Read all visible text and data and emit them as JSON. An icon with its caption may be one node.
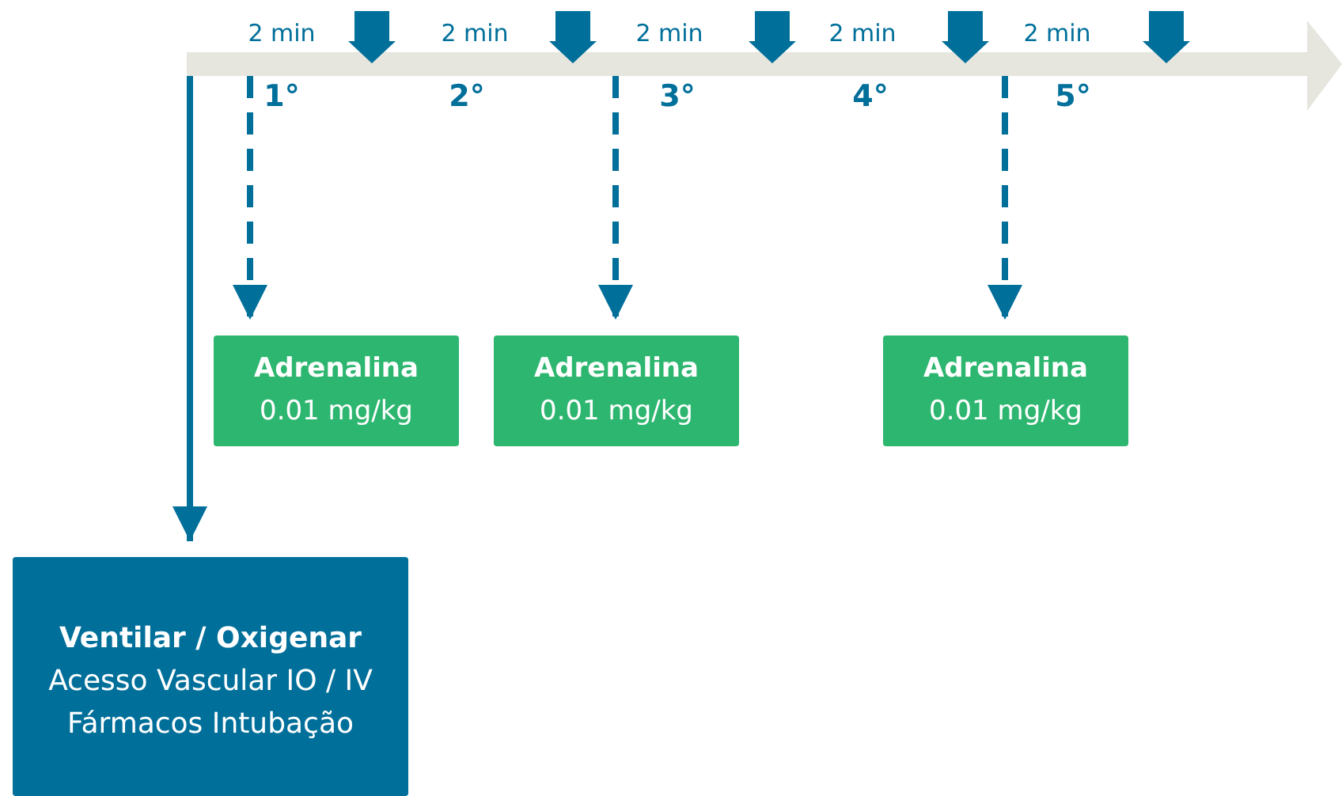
{
  "diagram": {
    "nodes": [
      {
        "text": [],
        "shape": "bar"
      },
      {
        "text": [
          "Adrenalina",
          "0.01 mg/kg"
        ]
      },
      {
        "text": [
          "Adrenalina",
          "0.01 mg/kg"
        ]
      },
      {
        "text": [
          "Adrenalina",
          "0.01 mg/kg"
        ]
      },
      {
        "text": [
          "Ventilar / Oxigenar",
          "Acesso Vascular IO / IV",
          "Fármacos Intubação"
        ]
      }
    ],
    "edges": [
      {
        "from": 0,
        "to": 1,
        "arrow": "to",
        "style": "dashed"
      },
      {
        "from": 0,
        "to": 2,
        "arrow": "to",
        "style": "dashed"
      },
      {
        "from": 0,
        "to": 3,
        "arrow": "to",
        "style": "dashed"
      },
      {
        "from": 0,
        "to": 4,
        "arrow": "to"
      }
    ],
    "labels": [
      "2 min",
      "2 min",
      "2 min",
      "2 min",
      "2 min",
      "1°",
      "2°",
      "3°",
      "4°",
      "5°"
    ]
  }
}
